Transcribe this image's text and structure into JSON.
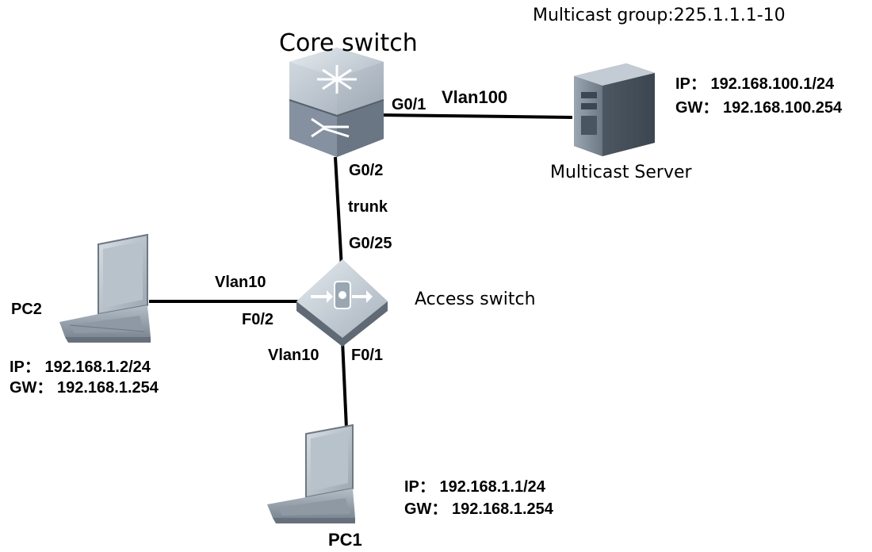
{
  "multicast_group": "Multicast group:225.1.1.1-10",
  "core_switch": {
    "title": "Core switch",
    "port_server": "G0/1",
    "port_trunk": "G0/2"
  },
  "server": {
    "title": "Multicast Server",
    "ip": "IP： 192.168.100.1/24",
    "gw": "GW： 192.168.100.254"
  },
  "links": {
    "server_vlan": "Vlan100",
    "trunk": "trunk",
    "pc2_vlan": "Vlan10",
    "pc1_vlan": "Vlan10"
  },
  "access_switch": {
    "title": "Access switch",
    "port_uplink": "G0/25",
    "port_pc2": "F0/2",
    "port_pc1": "F0/1"
  },
  "pc2": {
    "title": "PC2",
    "ip": "IP： 192.168.1.2/24",
    "gw": "GW： 192.168.1.254"
  },
  "pc1": {
    "title": "PC1",
    "ip": "IP： 192.168.1.1/24",
    "gw": "GW： 192.168.1.254"
  },
  "colors": {
    "line": "#000000",
    "device_body": "#7d8a96",
    "device_top": "#c9d2da",
    "device_shadow": "#4c5661",
    "text": "#000000"
  }
}
